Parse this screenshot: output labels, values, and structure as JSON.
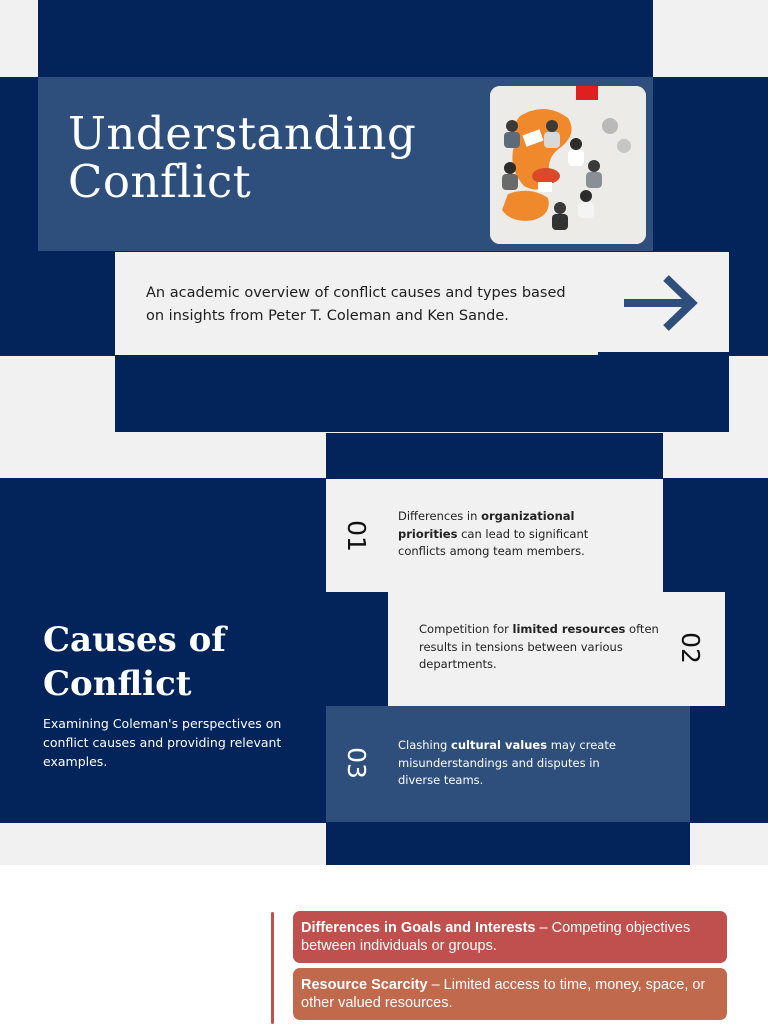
{
  "hero": {
    "title_line1": "Understanding",
    "title_line2": "Conflict",
    "subtitle": "An academic overview of conflict causes and types based on insights from Peter T. Coleman and Ken Sande.",
    "arrow_icon": "arrow-right-icon",
    "photo_alt_icon": "meeting-photo"
  },
  "causes": {
    "title_line1": "Causes of",
    "title_line2": "Conflict",
    "description": "Examining Coleman's perspectives on conflict causes and providing relevant examples.",
    "items": [
      {
        "number": "01",
        "text_before": "Differences in ",
        "bold": "organizational priorities",
        "text_after": " can lead to significant conflicts among team members."
      },
      {
        "number": "02",
        "text_before": "Competition for ",
        "bold": "limited resources",
        "text_after": " often results in tensions between various departments."
      },
      {
        "number": "03",
        "text_before": "Clashing ",
        "bold": "cultural values",
        "text_after": " may create misunderstandings and disputes in diverse teams."
      }
    ]
  },
  "timeline": {
    "items": [
      {
        "bold": "Differences in Goals and Interests",
        "text": " – Competing objectives between individuals or groups.",
        "color": "#c0504d"
      },
      {
        "bold": "Resource Scarcity",
        "text": " – Limited access to time, money, space, or other valued resources.",
        "color": "#c0694d"
      }
    ]
  },
  "colors": {
    "navy": "#03245a",
    "slate": "#2e4f7c",
    "light": "#f1f1f1"
  }
}
